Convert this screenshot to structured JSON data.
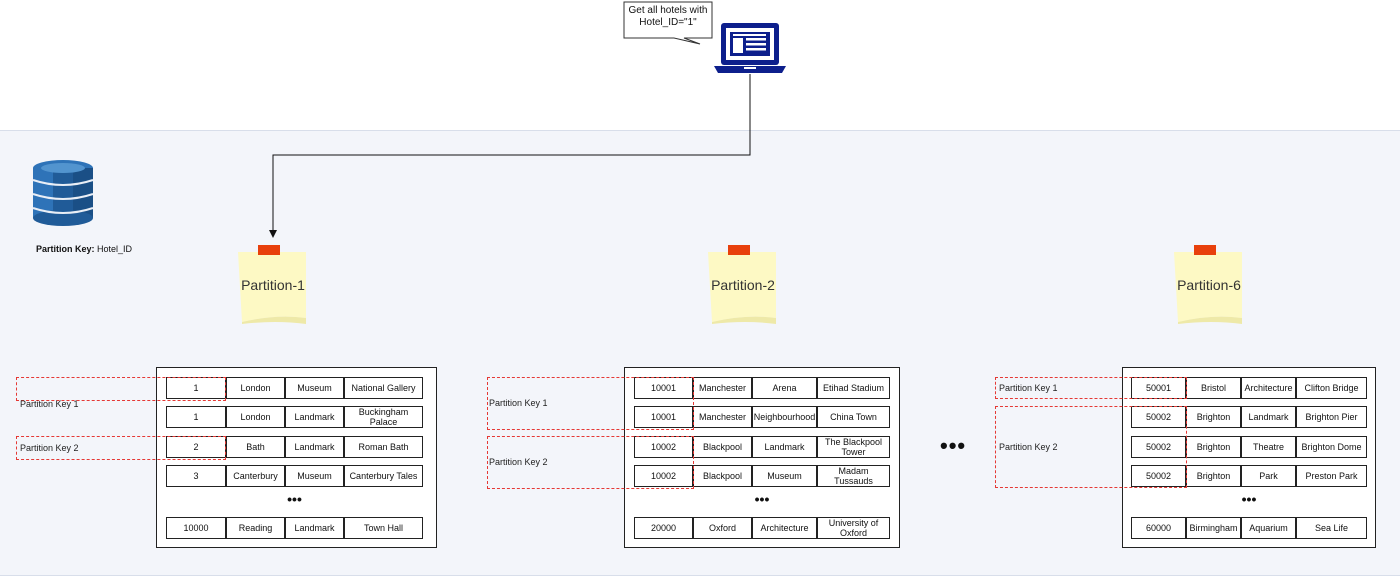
{
  "client": {
    "callout_line1": "Get all hotels with",
    "callout_line2": "Hotel_ID=\"1\""
  },
  "table": {
    "partition_key_prefix": "Partition Key:",
    "partition_key_value": "Hotel_ID"
  },
  "ellipsis": "•••",
  "row_ellipsis": "•••",
  "partitions": [
    {
      "name": "Partition-1",
      "key_labels": [
        "Partition Key 1",
        "Partition Key 2"
      ],
      "rows": [
        [
          "1",
          "London",
          "Museum",
          "National Gallery"
        ],
        [
          "1",
          "London",
          "Landmark",
          "Buckingham Palace"
        ],
        [
          "2",
          "Bath",
          "Landmark",
          "Roman Bath"
        ],
        [
          "3",
          "Canterbury",
          "Museum",
          "Canterbury Tales"
        ]
      ],
      "last_row": [
        "10000",
        "Reading",
        "Landmark",
        "Town Hall"
      ]
    },
    {
      "name": "Partition-2",
      "key_labels": [
        "Partition Key 1",
        "Partition Key 2"
      ],
      "rows": [
        [
          "10001",
          "Manchester",
          "Arena",
          "Etihad Stadium"
        ],
        [
          "10001",
          "Manchester",
          "Neighbourhood",
          "China Town"
        ],
        [
          "10002",
          "Blackpool",
          "Landmark",
          "The Blackpool Tower"
        ],
        [
          "10002",
          "Blackpool",
          "Museum",
          "Madam Tussauds"
        ]
      ],
      "last_row": [
        "20000",
        "Oxford",
        "Architecture",
        "University of Oxford"
      ]
    },
    {
      "name": "Partition-6",
      "key_labels": [
        "Partition Key 1",
        "Partition Key 2"
      ],
      "rows": [
        [
          "50001",
          "Bristol",
          "Architecture",
          "Clifton Bridge"
        ],
        [
          "50002",
          "Brighton",
          "Landmark",
          "Brighton Pier"
        ],
        [
          "50002",
          "Brighton",
          "Theatre",
          "Brighton Dome"
        ],
        [
          "50002",
          "Brighton",
          "Park",
          "Preston Park"
        ]
      ],
      "last_row": [
        "60000",
        "Birmingham",
        "Aquarium",
        "Sea Life"
      ]
    }
  ]
}
